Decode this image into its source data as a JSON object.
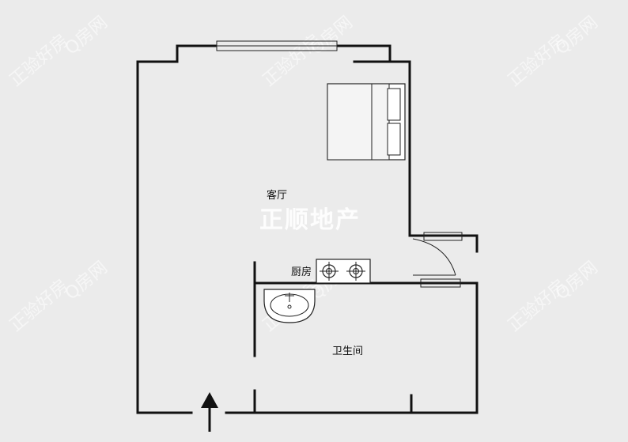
{
  "rooms": {
    "living": "客厅",
    "kitchen": "厨房",
    "bathroom": "卫生间"
  },
  "brand": "正顺地产",
  "watermark": {
    "left": "正验好房",
    "right": "Q房网"
  },
  "colors": {
    "background": "#ebebeb",
    "wall": "#111111",
    "watermark": "#ffffff"
  }
}
